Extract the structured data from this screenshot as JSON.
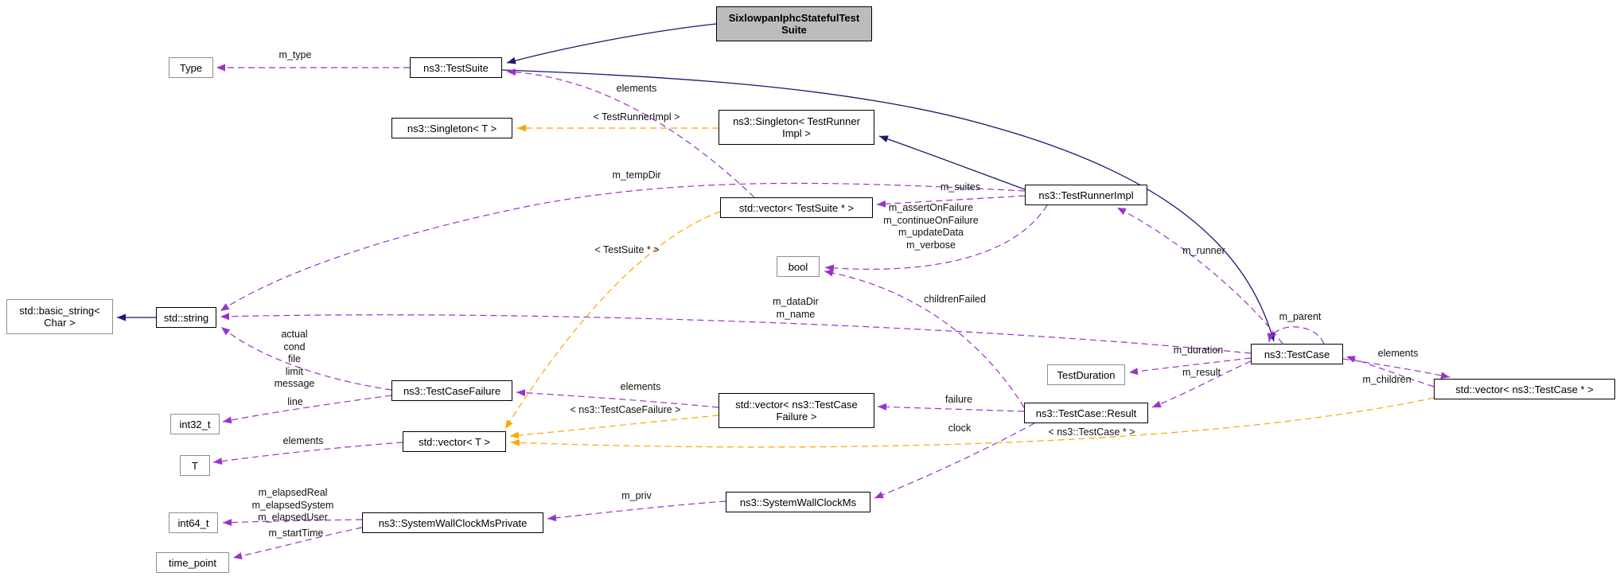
{
  "colors": {
    "inheritance_edge": "#191970",
    "usage_edge": "#9a32cd",
    "template_edge": "#ffa500",
    "focus_node_fill": "#bcbcbc",
    "documented_node_border": "#000000",
    "plain_node_border": "#8f8f8f",
    "background": "#ffffff"
  },
  "diagram": {
    "nodes": [
      {
        "label": "SixlowpanIphcStatefulTest\nSuite"
      },
      {
        "label": "Type"
      },
      {
        "label": "ns3::TestSuite"
      },
      {
        "label": "ns3::Singleton< T >"
      },
      {
        "label": "ns3::Singleton< TestRunner\nImpl >"
      },
      {
        "label": "std::vector< TestSuite * >"
      },
      {
        "label": "ns3::TestRunnerImpl"
      },
      {
        "label": "bool"
      },
      {
        "label": "std::basic_string<\nChar >"
      },
      {
        "label": "std::string"
      },
      {
        "label": "ns3::TestCase"
      },
      {
        "label": "TestDuration"
      },
      {
        "label": "std::vector< ns3::TestCase * >"
      },
      {
        "label": "ns3::TestCaseFailure"
      },
      {
        "label": "int32_t"
      },
      {
        "label": "std::vector< ns3::TestCase\nFailure >"
      },
      {
        "label": "ns3::TestCase::Result"
      },
      {
        "label": "std::vector< T >"
      },
      {
        "label": "T"
      },
      {
        "label": "ns3::SystemWallClockMs"
      },
      {
        "label": "int64_t"
      },
      {
        "label": "ns3::SystemWallClockMsPrivate"
      },
      {
        "label": "time_point"
      }
    ],
    "edge_labels": [
      {
        "label": "m_type"
      },
      {
        "label": "elements"
      },
      {
        "label": "< TestRunnerImpl >"
      },
      {
        "label": "m_tempDir"
      },
      {
        "label": "m_suites"
      },
      {
        "label": "m_assertOnFailure\nm_continueOnFailure\nm_updateData\nm_verbose"
      },
      {
        "label": "< TestSuite * >"
      },
      {
        "label": "m_runner"
      },
      {
        "label": "childrenFailed"
      },
      {
        "label": "m_dataDir\nm_name"
      },
      {
        "label": "m_parent"
      },
      {
        "label": "m_duration"
      },
      {
        "label": "elements"
      },
      {
        "label": "m_result"
      },
      {
        "label": "m_children"
      },
      {
        "label": "actual\ncond\nfile\nlimit\nmessage"
      },
      {
        "label": "elements"
      },
      {
        "label": "< ns3::TestCaseFailure >"
      },
      {
        "label": "failure"
      },
      {
        "label": "line"
      },
      {
        "label": "clock"
      },
      {
        "label": "elements"
      },
      {
        "label": "< ns3::TestCase * >"
      },
      {
        "label": "m_priv"
      },
      {
        "label": "m_elapsedReal\nm_elapsedSystem\nm_elapsedUser"
      },
      {
        "label": "m_startTime"
      }
    ]
  }
}
